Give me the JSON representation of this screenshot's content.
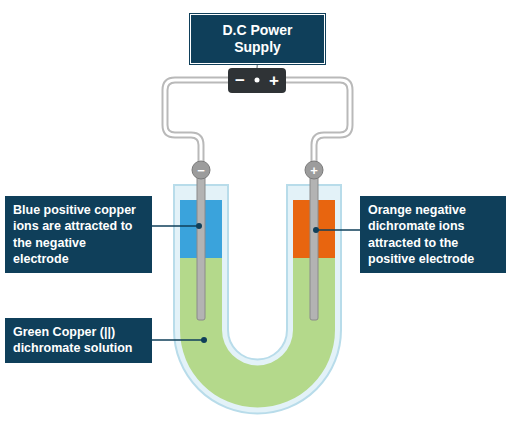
{
  "diagram": {
    "nodes": [
      {
        "text": [
          "D.C Power Supply"
        ]
      },
      {
        "text": [
          "−",
          "+"
        ]
      },
      {
        "text": [
          "Blue positive copper ions are attracted to the negative electrode"
        ]
      },
      {
        "text": [
          "Orange negative dichromate ions attracted to the positive electrode"
        ]
      },
      {
        "text": [
          "Green Copper (||) dichromate solution"
        ]
      }
    ],
    "edges": [
      {
        "from": 0,
        "to": 1,
        "arrow": "none"
      }
    ],
    "labels": [
      "−",
      "+"
    ]
  }
}
